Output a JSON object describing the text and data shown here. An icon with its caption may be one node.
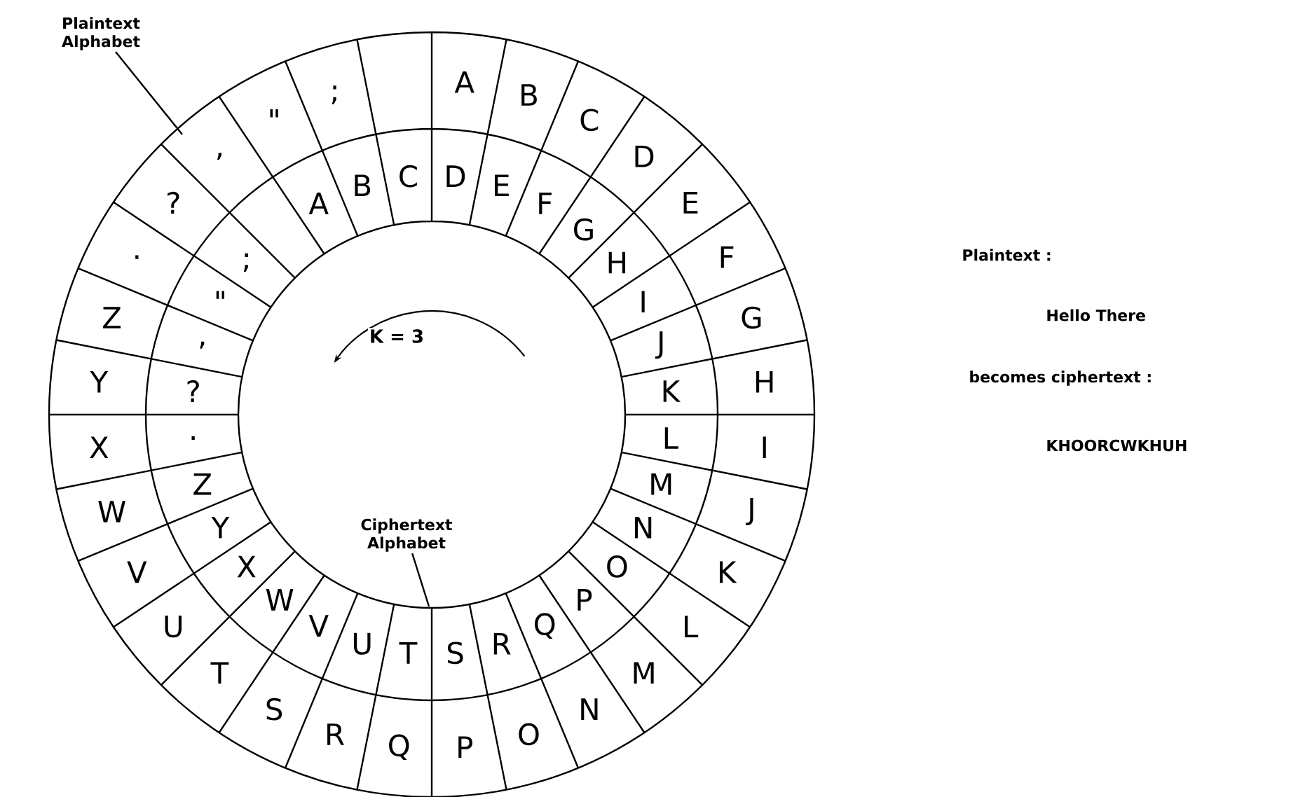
{
  "diagram": {
    "nodes": [
      {
        "text": [
          "Plaintext Alphabet"
        ]
      },
      {
        "text": [
          "Ciphertext Alphabet"
        ]
      }
    ],
    "edges": [
      {
        "from": 0,
        "to": null,
        "arrow": "none"
      },
      {
        "from": 1,
        "to": null,
        "arrow": "none"
      }
    ],
    "labels": [
      "A",
      "B",
      "C",
      "D",
      "E",
      "F",
      "G",
      "H",
      "I",
      "J",
      "K",
      "L",
      "M",
      "N",
      "O",
      "P",
      "Q",
      "R",
      "S",
      "T",
      "U",
      "V",
      "W",
      "X",
      "Y",
      "Z",
      ".",
      "?",
      ",",
      "\"",
      ";",
      "D",
      "E",
      "F",
      "G",
      "H",
      "I",
      "J",
      "K",
      "L",
      "M",
      "N",
      "O",
      "P",
      "Q",
      "R",
      "S",
      "T",
      "U",
      "V",
      "W",
      "X",
      "Y",
      "Z",
      ".",
      "?",
      ",",
      "\"",
      ";",
      "A",
      "B",
      "C",
      "K = 3",
      "Plaintext :",
      "Hello There",
      "becomes ciphertext :",
      "KHOORCWKHUH"
    ]
  }
}
